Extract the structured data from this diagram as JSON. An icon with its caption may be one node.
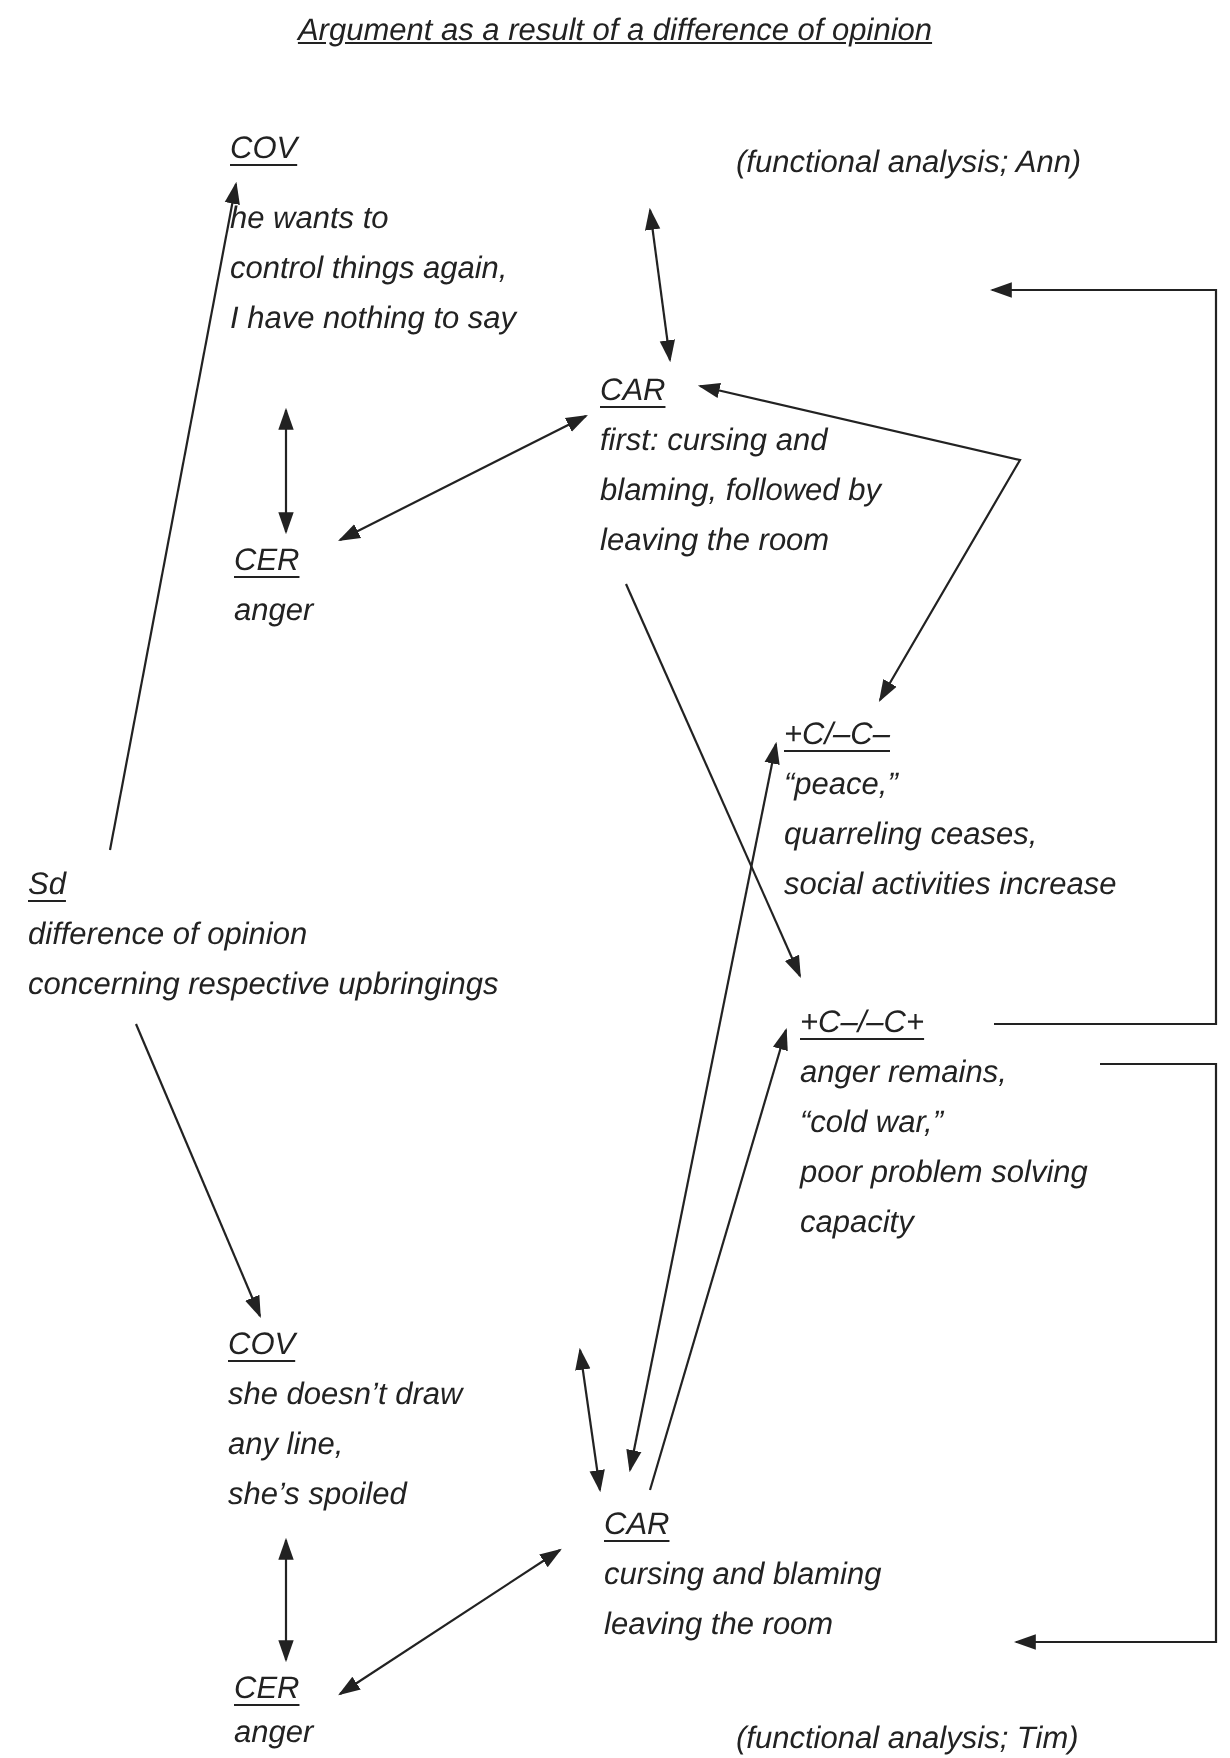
{
  "diagram": {
    "title": "Argument as a result of a difference of opinion",
    "nodes": [
      {
        "text": [
          "COV",
          "he wants to control things again, I have nothing to say"
        ]
      },
      {
        "text": [
          "CAR",
          "first: cursing and blaming, followed by leaving the room"
        ]
      },
      {
        "text": [
          "CER",
          "anger"
        ]
      },
      {
        "text": [
          "+C/–C–",
          "“peace,” quarreling ceases, social activities increase"
        ]
      },
      {
        "text": [
          "+C–/–C+",
          "anger remains, “cold war,” poor problem solving capacity"
        ]
      },
      {
        "text": [
          "Sd",
          "difference of opinion concerning respective upbringings"
        ]
      },
      {
        "text": [
          "COV",
          "she doesn’t draw any line, she’s spoiled"
        ]
      },
      {
        "text": [
          "CAR",
          "cursing and blaming leaving the room"
        ]
      },
      {
        "text": [
          "CER",
          "anger"
        ]
      }
    ],
    "edges": [
      {
        "from": 5,
        "to": 0,
        "arrow": "to"
      },
      {
        "from": 0,
        "to": 1,
        "arrow": "both"
      },
      {
        "from": 0,
        "to": 2,
        "arrow": "both"
      },
      {
        "from": 2,
        "to": 1,
        "arrow": "both"
      },
      {
        "from": 1,
        "to": 4,
        "arrow": "to"
      },
      {
        "from": 1,
        "to": 3,
        "arrow": "both"
      },
      {
        "from": 4,
        "to": 1,
        "arrow": "to"
      },
      {
        "from": 4,
        "to": 7,
        "arrow": "to"
      },
      {
        "from": 5,
        "to": 6,
        "arrow": "to"
      },
      {
        "from": 7,
        "to": 3,
        "arrow": "both"
      },
      {
        "from": 7,
        "to": 4,
        "arrow": "to"
      },
      {
        "from": 6,
        "to": 7,
        "arrow": "both"
      },
      {
        "from": 6,
        "to": 8,
        "arrow": "both"
      },
      {
        "from": 8,
        "to": 7,
        "arrow": "both"
      }
    ],
    "labels": [
      "(functional analysis; Ann)",
      "(functional analysis; Tim)"
    ]
  }
}
